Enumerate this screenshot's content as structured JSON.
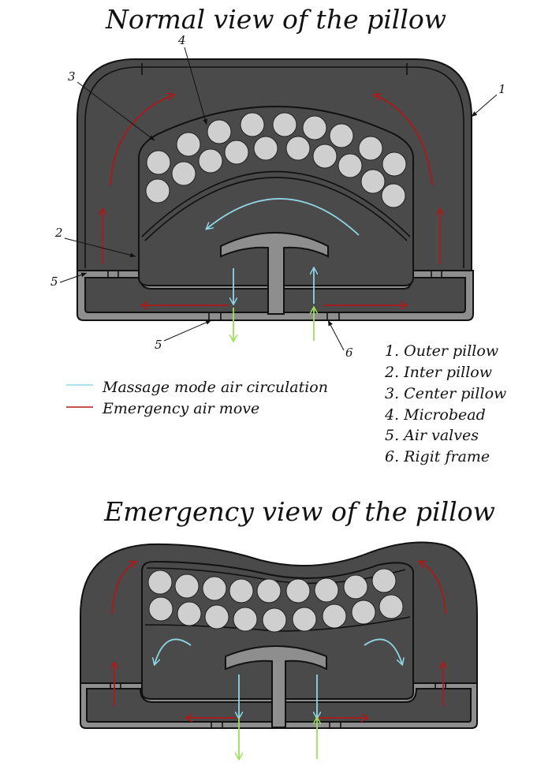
{
  "titles": {
    "normal": "Normal view of the pillow",
    "emergency": "Emergency view of the pillow"
  },
  "callouts": [
    "1",
    "2",
    "3",
    "4",
    "5",
    "5",
    "6"
  ],
  "legend_lines": {
    "massage": "Massage mode air circulation",
    "emergency": "Emergency air move"
  },
  "parts_list": [
    "1. Outer pillow",
    "2. Inter pillow",
    "3. Center pillow",
    "4. Microbead",
    "5. Air valves",
    "6. Rigit frame"
  ],
  "colors": {
    "massage_air": "#8fd6e6",
    "emergency_air": "#b01818",
    "outlet_air": "#9be05a",
    "pillow_body": "#4a4a4a",
    "frame": "#8e8e8e",
    "bead": "#cfcfcf"
  }
}
